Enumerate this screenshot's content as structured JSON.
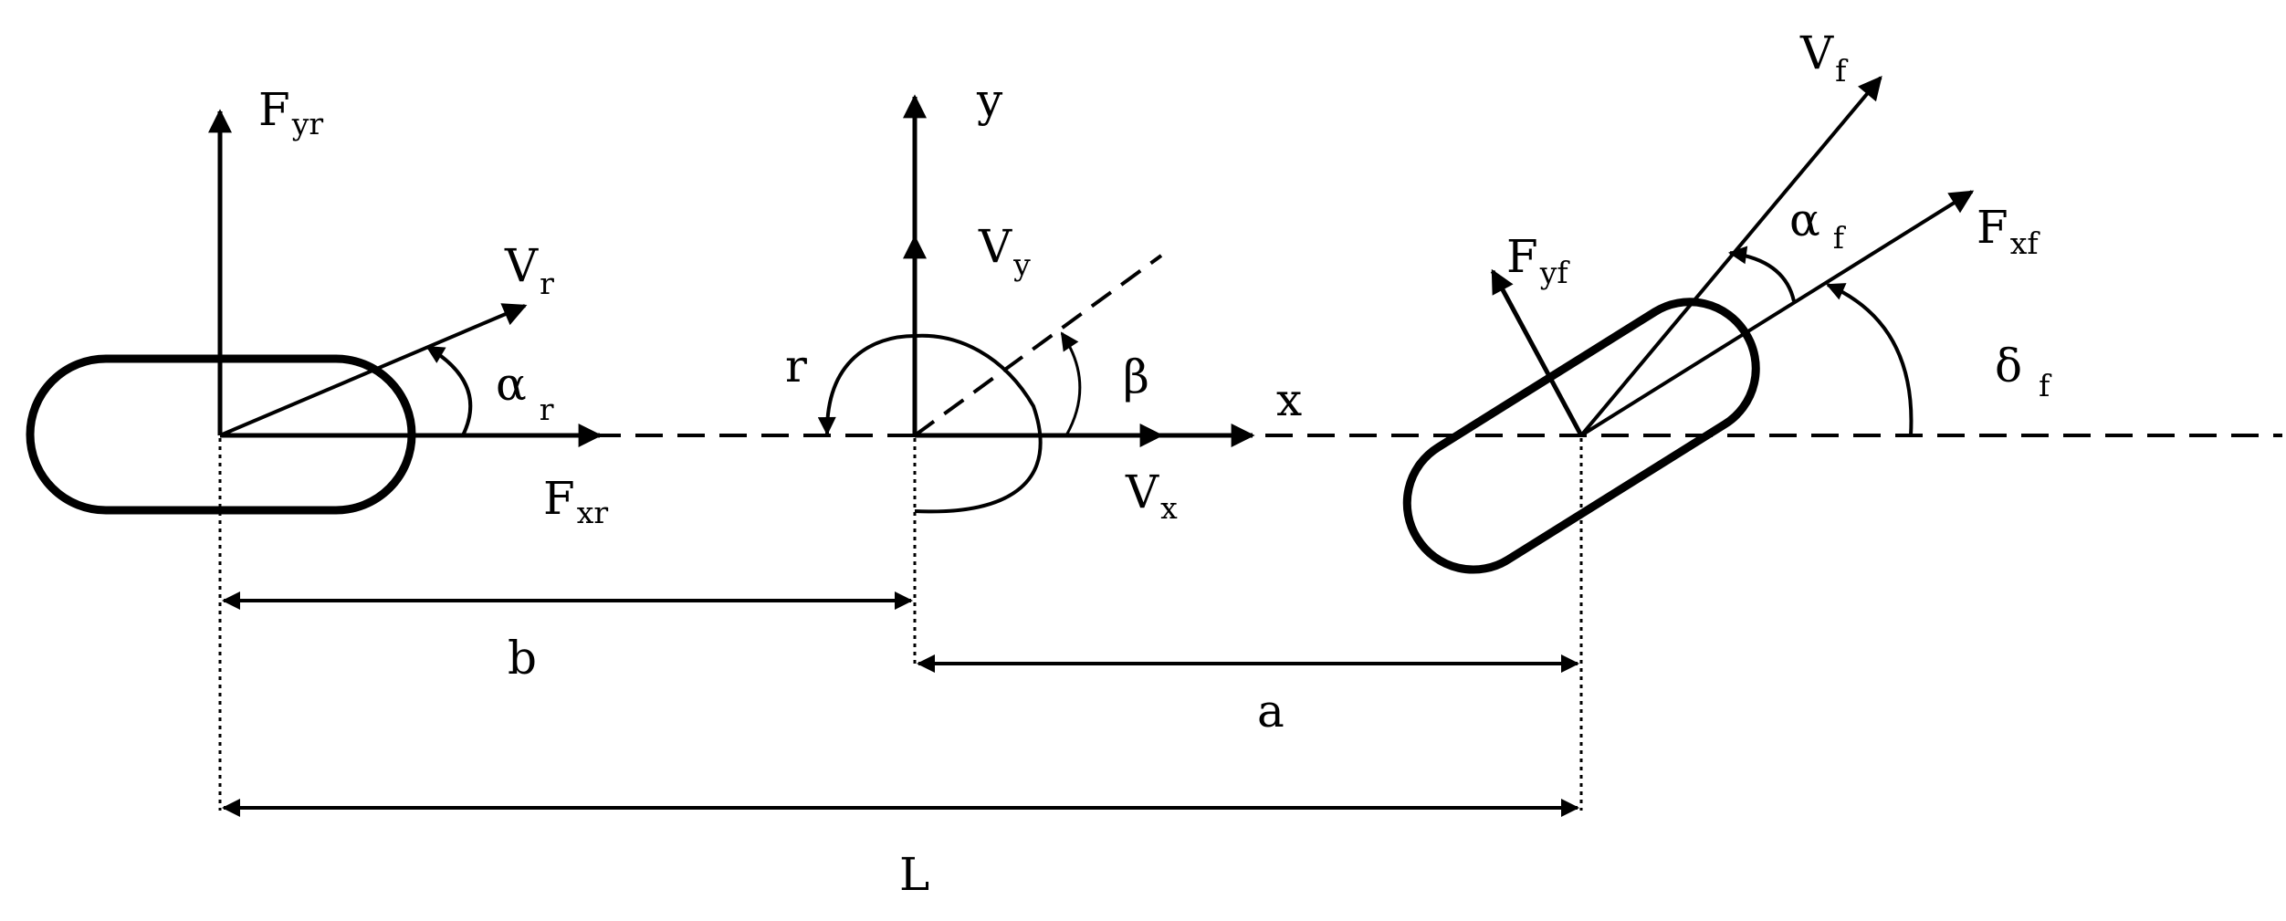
{
  "rear_wheel": {
    "fy_main": "F",
    "fy_sub": "yr",
    "v_main": "V",
    "v_sub": "r",
    "alpha_main": "α",
    "alpha_sub": "r",
    "fx_main": "F",
    "fx_sub": "xr"
  },
  "cog": {
    "y_label": "y",
    "vy_main": "V",
    "vy_sub": "y",
    "r_label": "r",
    "beta_label": "β",
    "x_label": "x",
    "vx_main": "V",
    "vx_sub": "x"
  },
  "front_wheel": {
    "vf_main": "V",
    "vf_sub": "f",
    "alpha_main": "α",
    "alpha_sub": "f",
    "fx_main": "F",
    "fx_sub": "xf",
    "fy_main": "F",
    "fy_sub": "yf",
    "delta_main": "δ",
    "delta_sub": "f"
  },
  "dimensions": {
    "b": "b",
    "a": "a",
    "L": "L"
  },
  "colors": {
    "stroke": "#000000",
    "background": "#ffffff"
  }
}
